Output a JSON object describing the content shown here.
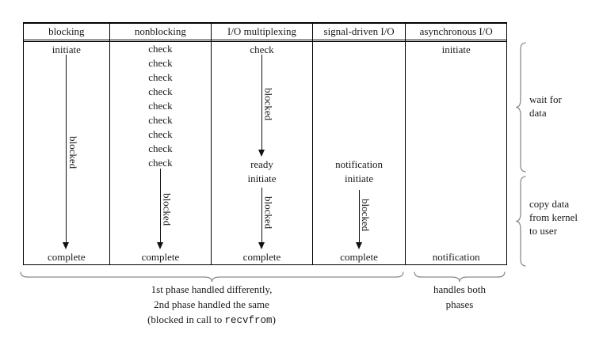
{
  "table": {
    "columns": {
      "blocking": {
        "header": "blocking",
        "initiate": "initiate",
        "blocked": "blocked",
        "complete": "complete"
      },
      "nonblocking": {
        "header": "nonblocking",
        "checks": [
          "check",
          "check",
          "check",
          "check",
          "check",
          "check",
          "check",
          "check",
          "check"
        ],
        "blocked": "blocked",
        "complete": "complete"
      },
      "multiplexing": {
        "header": "I/O multiplexing",
        "check": "check",
        "blocked1": "blocked",
        "ready": "ready",
        "initiate": "initiate",
        "blocked2": "blocked",
        "complete": "complete"
      },
      "signal_driven": {
        "header": "signal-driven I/O",
        "notification": "notification",
        "initiate": "initiate",
        "blocked": "blocked",
        "complete": "complete"
      },
      "asynchronous": {
        "header": "asynchronous I/O",
        "initiate": "initiate",
        "notification": "notification"
      }
    }
  },
  "annotations": {
    "wait_brace": {
      "line1": "wait for",
      "line2": "data"
    },
    "copy_brace": {
      "line1": "copy data",
      "line2": "from kernel",
      "line3": "to user"
    },
    "phase_caption": {
      "line1": "1st phase handled differently,",
      "line2": "2nd phase handled the same",
      "line3_prefix": "(blocked in call to ",
      "line3_code": "recvfrom",
      "line3_suffix": ")"
    },
    "async_caption": {
      "line1": "handles both",
      "line2": "phases"
    }
  },
  "colors": {
    "line": "#000000",
    "text": "#1a1a1a",
    "brace": "#8c8c8c"
  }
}
